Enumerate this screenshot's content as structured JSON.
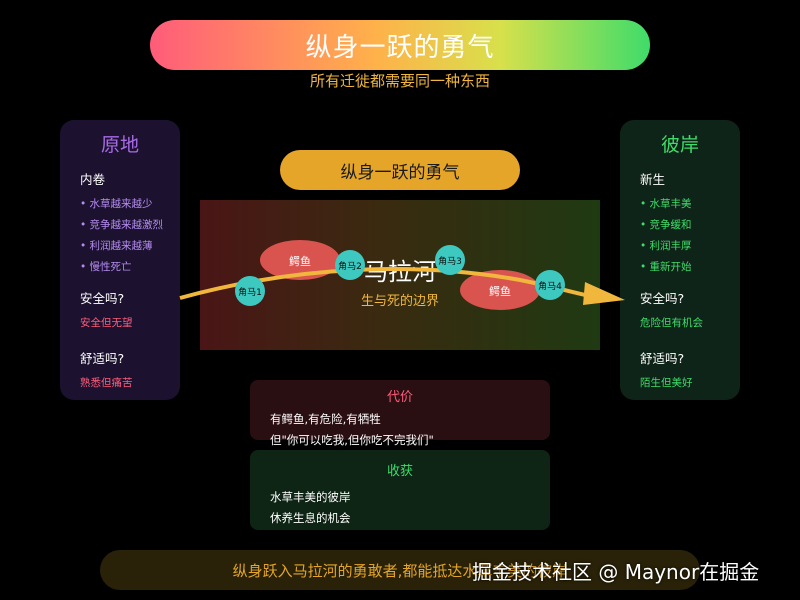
{
  "header": {
    "title": "纵身一跃的勇气",
    "subtitle": "所有迁徙都需要同一种东西"
  },
  "left_panel": {
    "title": "原地",
    "section_label": "内卷",
    "items": [
      "• 水草越来越少",
      "• 竞争越来越激烈",
      "• 利润越来越薄",
      "• 慢性死亡"
    ],
    "q_safe": "安全吗?",
    "a_safe": "安全但无望",
    "q_comfort": "舒适吗?",
    "a_comfort": "熟悉但痛苦"
  },
  "right_panel": {
    "title": "彼岸",
    "section_label": "新生",
    "items": [
      "• 水草丰美",
      "• 竞争缓和",
      "• 利润丰厚",
      "• 重新开始"
    ],
    "q_safe": "安全吗?",
    "a_safe": "危险但有机会",
    "q_comfort": "舒适吗?",
    "a_comfort": "陌生但美好"
  },
  "middle": {
    "pill_label": "纵身一跃的勇气",
    "river_title": "马拉河",
    "river_subtitle": "生与死的边界",
    "crocodiles": [
      "鳄鱼",
      "鳄鱼"
    ],
    "zebras": [
      "角马1",
      "角马2",
      "角马3",
      "角马4"
    ]
  },
  "cost_box": {
    "title": "代价",
    "lines": [
      "有鳄鱼,有危险,有牺牲",
      "但\"你可以吃我,但你吃不完我们\""
    ]
  },
  "gain_box": {
    "title": "收获",
    "lines": [
      "水草丰美的彼岸",
      "休养生息的机会"
    ]
  },
  "footer": {
    "banner_text": "纵身跃入马拉河的勇敢者,都能抵达水草丰美的彼岸",
    "watermark": "掘金技术社区 @ Maynor在掘金"
  },
  "colors": {
    "accent_gold": "#e4a529",
    "left_purple": "#a96ae6",
    "right_green": "#3fdc6a",
    "danger_red": "#ff5c7a",
    "crocodile": "#d9534f",
    "zebra": "#3ec9c0"
  }
}
